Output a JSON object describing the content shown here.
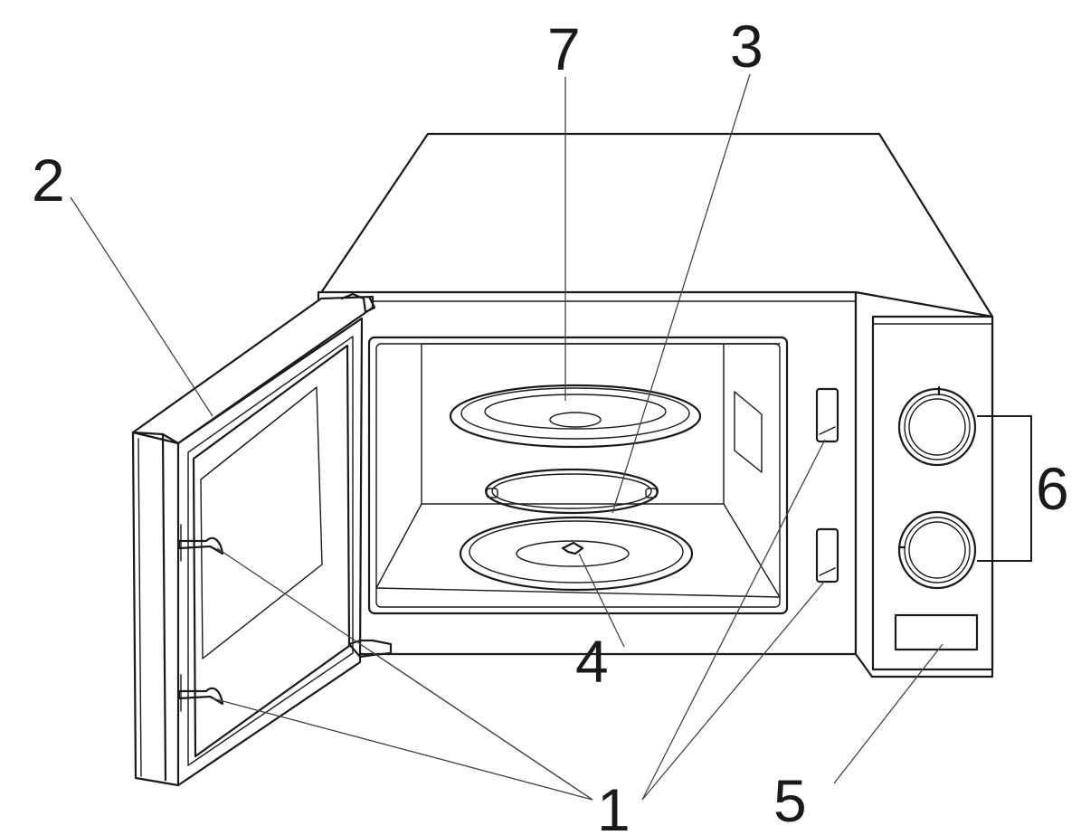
{
  "callouts": [
    {
      "id": "door-safety-latches",
      "label": "1"
    },
    {
      "id": "door",
      "label": "2"
    },
    {
      "id": "roller-ring",
      "label": "3"
    },
    {
      "id": "turntable-shaft",
      "label": "4"
    },
    {
      "id": "control-panel",
      "label": "5"
    },
    {
      "id": "control-knobs",
      "label": "6"
    },
    {
      "id": "glass-tray",
      "label": "7"
    }
  ]
}
